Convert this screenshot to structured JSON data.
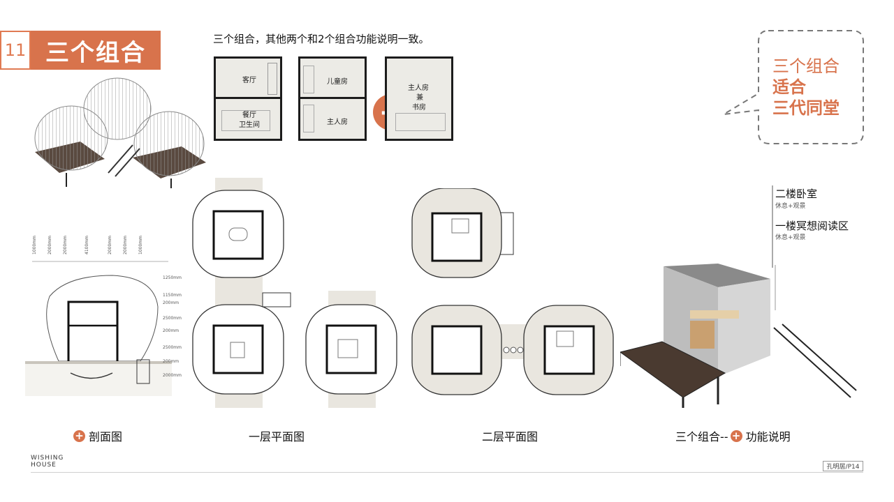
{
  "header": {
    "number": "11",
    "title": "三个组合",
    "description": "三个组合，其他两个和2个组合功能说明一致。"
  },
  "room_cards": [
    {
      "labels": [
        "客厅",
        "餐厅",
        "卫生间"
      ]
    },
    {
      "labels": [
        "儿童房",
        "主人房"
      ]
    },
    {
      "labels": [
        "主人房",
        "兼",
        "书房"
      ]
    }
  ],
  "plus_symbol": "+",
  "bubble": {
    "line1": "三个组合",
    "line2": "适合",
    "line3": "三代同堂"
  },
  "section": {
    "top_dims": [
      "1000mm",
      "2000mm",
      "2000mm",
      "4100mm",
      "2000mm",
      "2000mm",
      "1000mm"
    ],
    "side_dims": [
      "1250mm",
      "1150mm",
      "200mm",
      "2500mm",
      "200mm",
      "2500mm",
      "200mm",
      "2000mm"
    ]
  },
  "callouts": {
    "floor2": {
      "title": "二楼卧室",
      "sub": "休息+观景"
    },
    "floor1": {
      "title": "一楼冥想阅读区",
      "sub": "休息+观景"
    }
  },
  "captions": {
    "section": "剖面图",
    "floor1": "一层平面图",
    "floor2": "二层平面图",
    "function_prefix": "三个组合--",
    "function_suffix": "功能说明"
  },
  "footer": {
    "brand_line1": "WISHING",
    "brand_line2": "HOUSE",
    "page": "孔明居/P14"
  },
  "colors": {
    "accent": "#d8734c",
    "pod_fill": "#e9e6df",
    "wall": "#1c1c1c"
  }
}
